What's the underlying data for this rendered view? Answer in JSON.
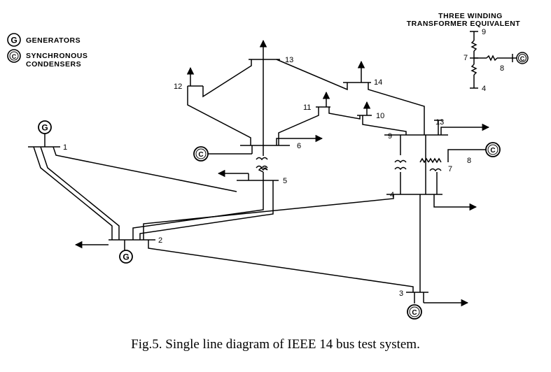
{
  "legend": {
    "generators_symbol": "G",
    "generators_label": "GENERATORS",
    "condensers_symbol": "C",
    "condensers_label_line1": "SYNCHRONOUS",
    "condensers_label_line2": "CONDENSERS"
  },
  "inset": {
    "title_line1": "THREE   WINDING",
    "title_line2": "TRANSFORMER  EQUIVALENT",
    "bus_9": "9",
    "bus_7": "7",
    "bus_8": "8",
    "bus_4": "4",
    "condenser_symbol": "C"
  },
  "buses": {
    "b1": "1",
    "b2": "2",
    "b3": "3",
    "b4": "4",
    "b5": "5",
    "b6": "6",
    "b7": "7",
    "b8": "8",
    "b9": "9",
    "b10": "10",
    "b11": "11",
    "b12": "12",
    "b13": "13",
    "b14": "14"
  },
  "symbols": {
    "generator": "G",
    "condenser": "C"
  },
  "caption": "Fig.5. Single line diagram of IEEE 14 bus test system."
}
